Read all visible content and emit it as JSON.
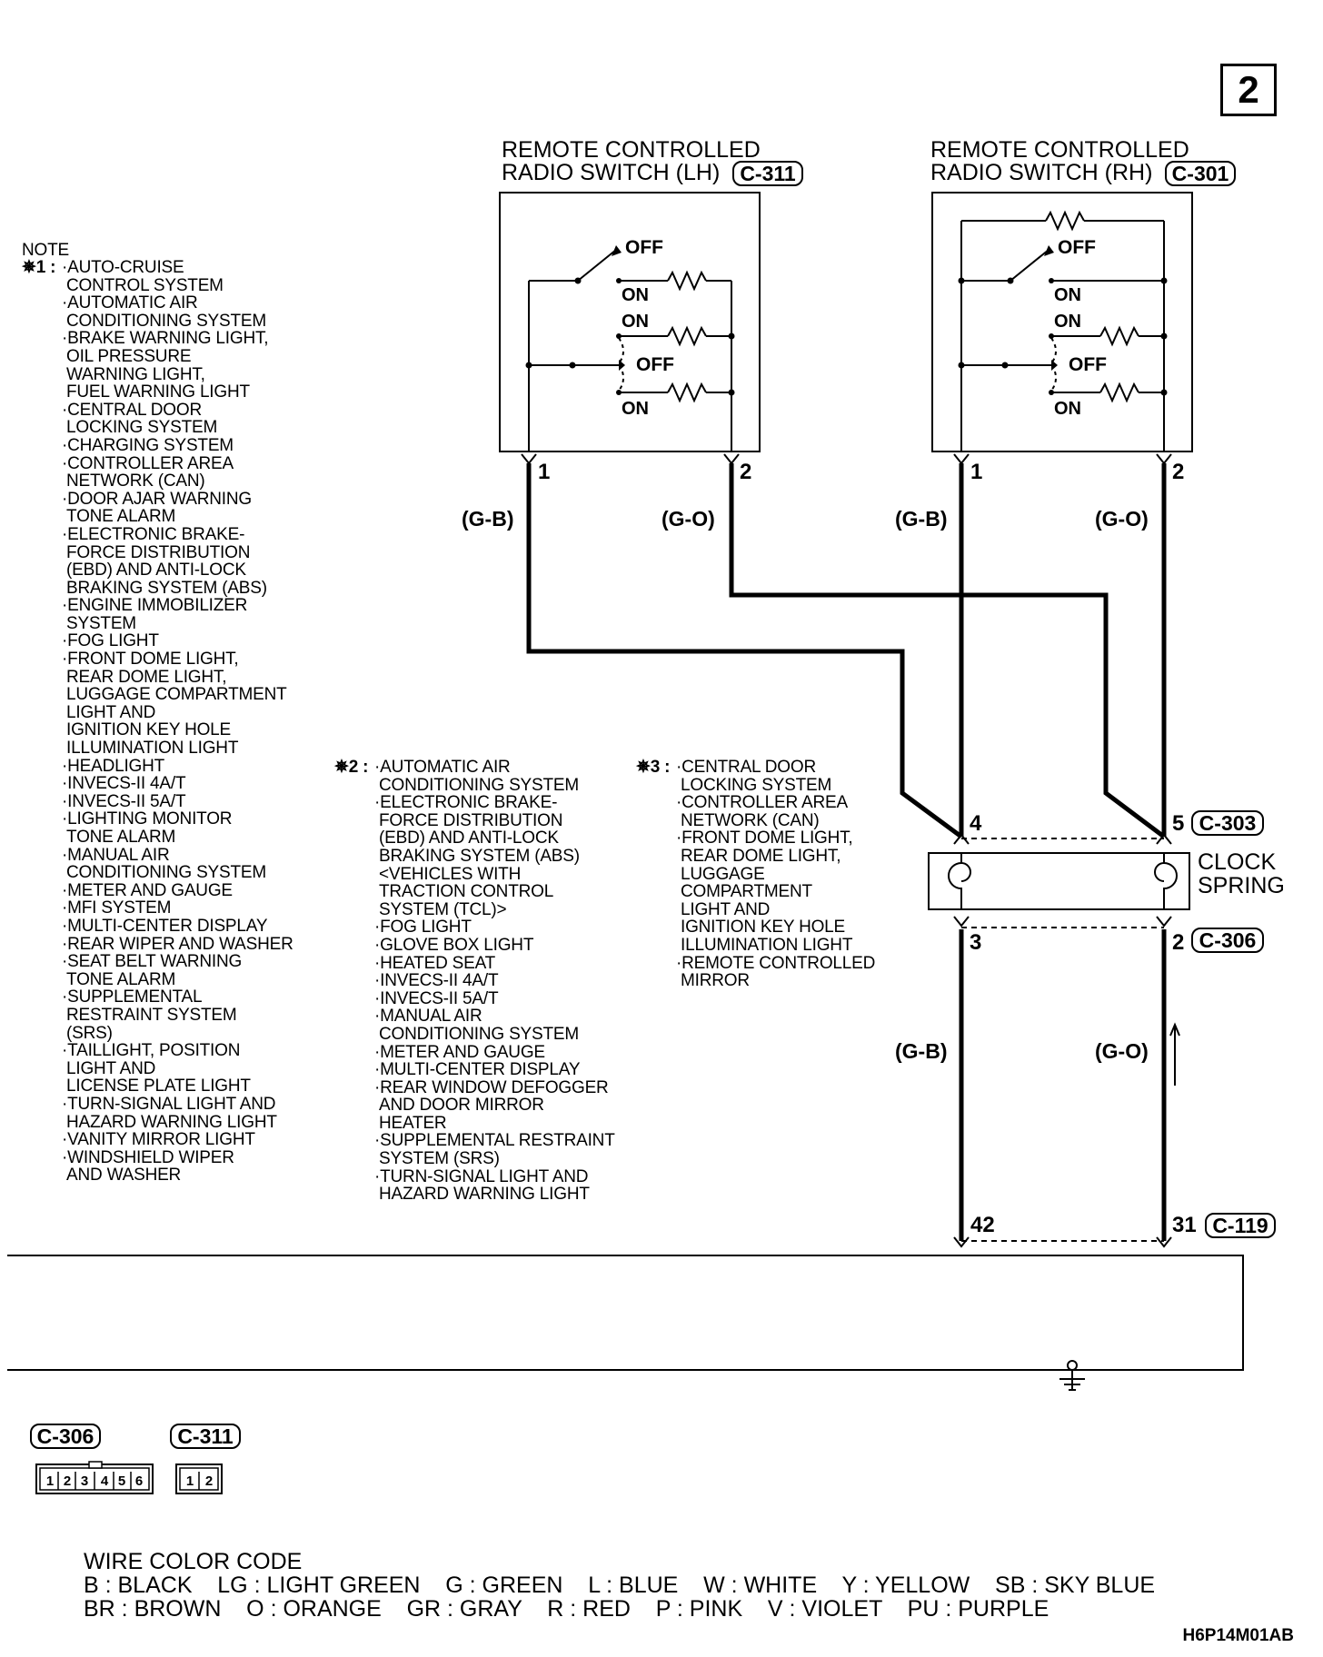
{
  "page_number": "2",
  "figure_code": "H6P14M01AB",
  "switches": {
    "lh": {
      "title_line1": "REMOTE CONTROLLED",
      "title_line2": "RADIO SWITCH (LH)",
      "connector": "C-311",
      "pin_left": "1",
      "pin_right": "2",
      "wire_left": "(G-B)",
      "wire_right": "(G-O)"
    },
    "rh": {
      "title_line1": "REMOTE CONTROLLED",
      "title_line2": "RADIO SWITCH (RH)",
      "connector": "C-301",
      "pin_left": "1",
      "pin_right": "2",
      "wire_left": "(G-B)",
      "wire_right": "(G-O)"
    },
    "labels": {
      "off": "OFF",
      "on": "ON"
    }
  },
  "clock_spring": {
    "label_line1": "CLOCK",
    "label_line2": "SPRING",
    "top_pin_left": "4",
    "top_pin_right": "5",
    "top_connector": "C-303",
    "bottom_pin_left": "3",
    "bottom_pin_right": "2",
    "bottom_connector": "C-306"
  },
  "lower_wires": {
    "left": "(G-B)",
    "right": "(G-O)"
  },
  "ecu_connector": {
    "pin_left": "42",
    "pin_right": "31",
    "connector": "C-119"
  },
  "connector_views": [
    {
      "name": "C-306",
      "pins": [
        "1",
        "2",
        "3",
        "4",
        "5",
        "6"
      ]
    },
    {
      "name": "C-311",
      "pins": [
        "1",
        "2"
      ]
    }
  ],
  "notes": {
    "heading": "NOTE",
    "n1": {
      "marker": "✵1 :",
      "items": [
        "·AUTO-CRUISE",
        "CONTROL SYSTEM",
        "·AUTOMATIC AIR",
        "CONDITIONING SYSTEM",
        "·BRAKE WARNING LIGHT,",
        "OIL PRESSURE",
        "WARNING LIGHT,",
        "FUEL WARNING LIGHT",
        "·CENTRAL DOOR",
        "LOCKING SYSTEM",
        "·CHARGING SYSTEM",
        "·CONTROLLER AREA",
        "NETWORK (CAN)",
        "·DOOR AJAR WARNING",
        "TONE ALARM",
        "·ELECTRONIC BRAKE-",
        "FORCE DISTRIBUTION",
        "(EBD) AND ANTI-LOCK",
        "BRAKING SYSTEM (ABS)",
        "·ENGINE IMMOBILIZER",
        "SYSTEM",
        "·FOG LIGHT",
        "·FRONT DOME LIGHT,",
        "REAR DOME LIGHT,",
        "LUGGAGE COMPARTMENT",
        "LIGHT AND",
        "IGNITION KEY HOLE",
        "ILLUMINATION LIGHT",
        "·HEADLIGHT",
        "·INVECS-II 4A/T",
        "·INVECS-II 5A/T",
        "·LIGHTING MONITOR",
        "TONE ALARM",
        "·MANUAL AIR",
        "CONDITIONING SYSTEM",
        "·METER AND GAUGE",
        "·MFI SYSTEM",
        "·MULTI-CENTER DISPLAY",
        "·REAR WIPER AND WASHER",
        "·SEAT BELT WARNING",
        "TONE ALARM",
        "·SUPPLEMENTAL",
        "RESTRAINT SYSTEM",
        "(SRS)",
        "·TAILLIGHT, POSITION",
        "LIGHT AND",
        "LICENSE PLATE LIGHT",
        "·TURN-SIGNAL LIGHT AND",
        "HAZARD WARNING LIGHT",
        "·VANITY MIRROR LIGHT",
        "·WINDSHIELD WIPER",
        "AND WASHER"
      ]
    },
    "n2": {
      "marker": "✵2 :",
      "items": [
        "·AUTOMATIC AIR",
        "CONDITIONING SYSTEM",
        "·ELECTRONIC BRAKE-",
        "FORCE DISTRIBUTION",
        "(EBD) AND ANTI-LOCK",
        "BRAKING SYSTEM (ABS)",
        "<VEHICLES WITH",
        "TRACTION CONTROL",
        "SYSTEM (TCL)>",
        "·FOG LIGHT",
        "·GLOVE BOX LIGHT",
        "·HEATED SEAT",
        "·INVECS-II 4A/T",
        "·INVECS-II 5A/T",
        "·MANUAL AIR",
        "CONDITIONING SYSTEM",
        "·METER AND GAUGE",
        "·MULTI-CENTER DISPLAY",
        "·REAR WINDOW DEFOGGER",
        "AND DOOR MIRROR",
        "HEATER",
        "·SUPPLEMENTAL RESTRAINT",
        "SYSTEM (SRS)",
        "·TURN-SIGNAL LIGHT AND",
        "HAZARD WARNING LIGHT"
      ]
    },
    "n3": {
      "marker": "✵3 :",
      "items": [
        "·CENTRAL DOOR",
        "LOCKING SYSTEM",
        "·CONTROLLER AREA",
        "NETWORK (CAN)",
        "·FRONT DOME LIGHT,",
        "REAR DOME LIGHT,",
        "LUGGAGE",
        "COMPARTMENT",
        "LIGHT AND",
        "IGNITION KEY HOLE",
        "ILLUMINATION LIGHT",
        "·REMOTE CONTROLLED",
        "MIRROR"
      ]
    }
  },
  "wire_color_code": {
    "title": "WIRE COLOR CODE",
    "row1": "B : BLACK    LG : LIGHT GREEN    G : GREEN    L : BLUE    W : WHITE    Y : YELLOW    SB : SKY BLUE",
    "row2": "BR : BROWN    O : ORANGE    GR : GRAY    R : RED    P : PINK    V : VIOLET    PU : PURPLE"
  }
}
